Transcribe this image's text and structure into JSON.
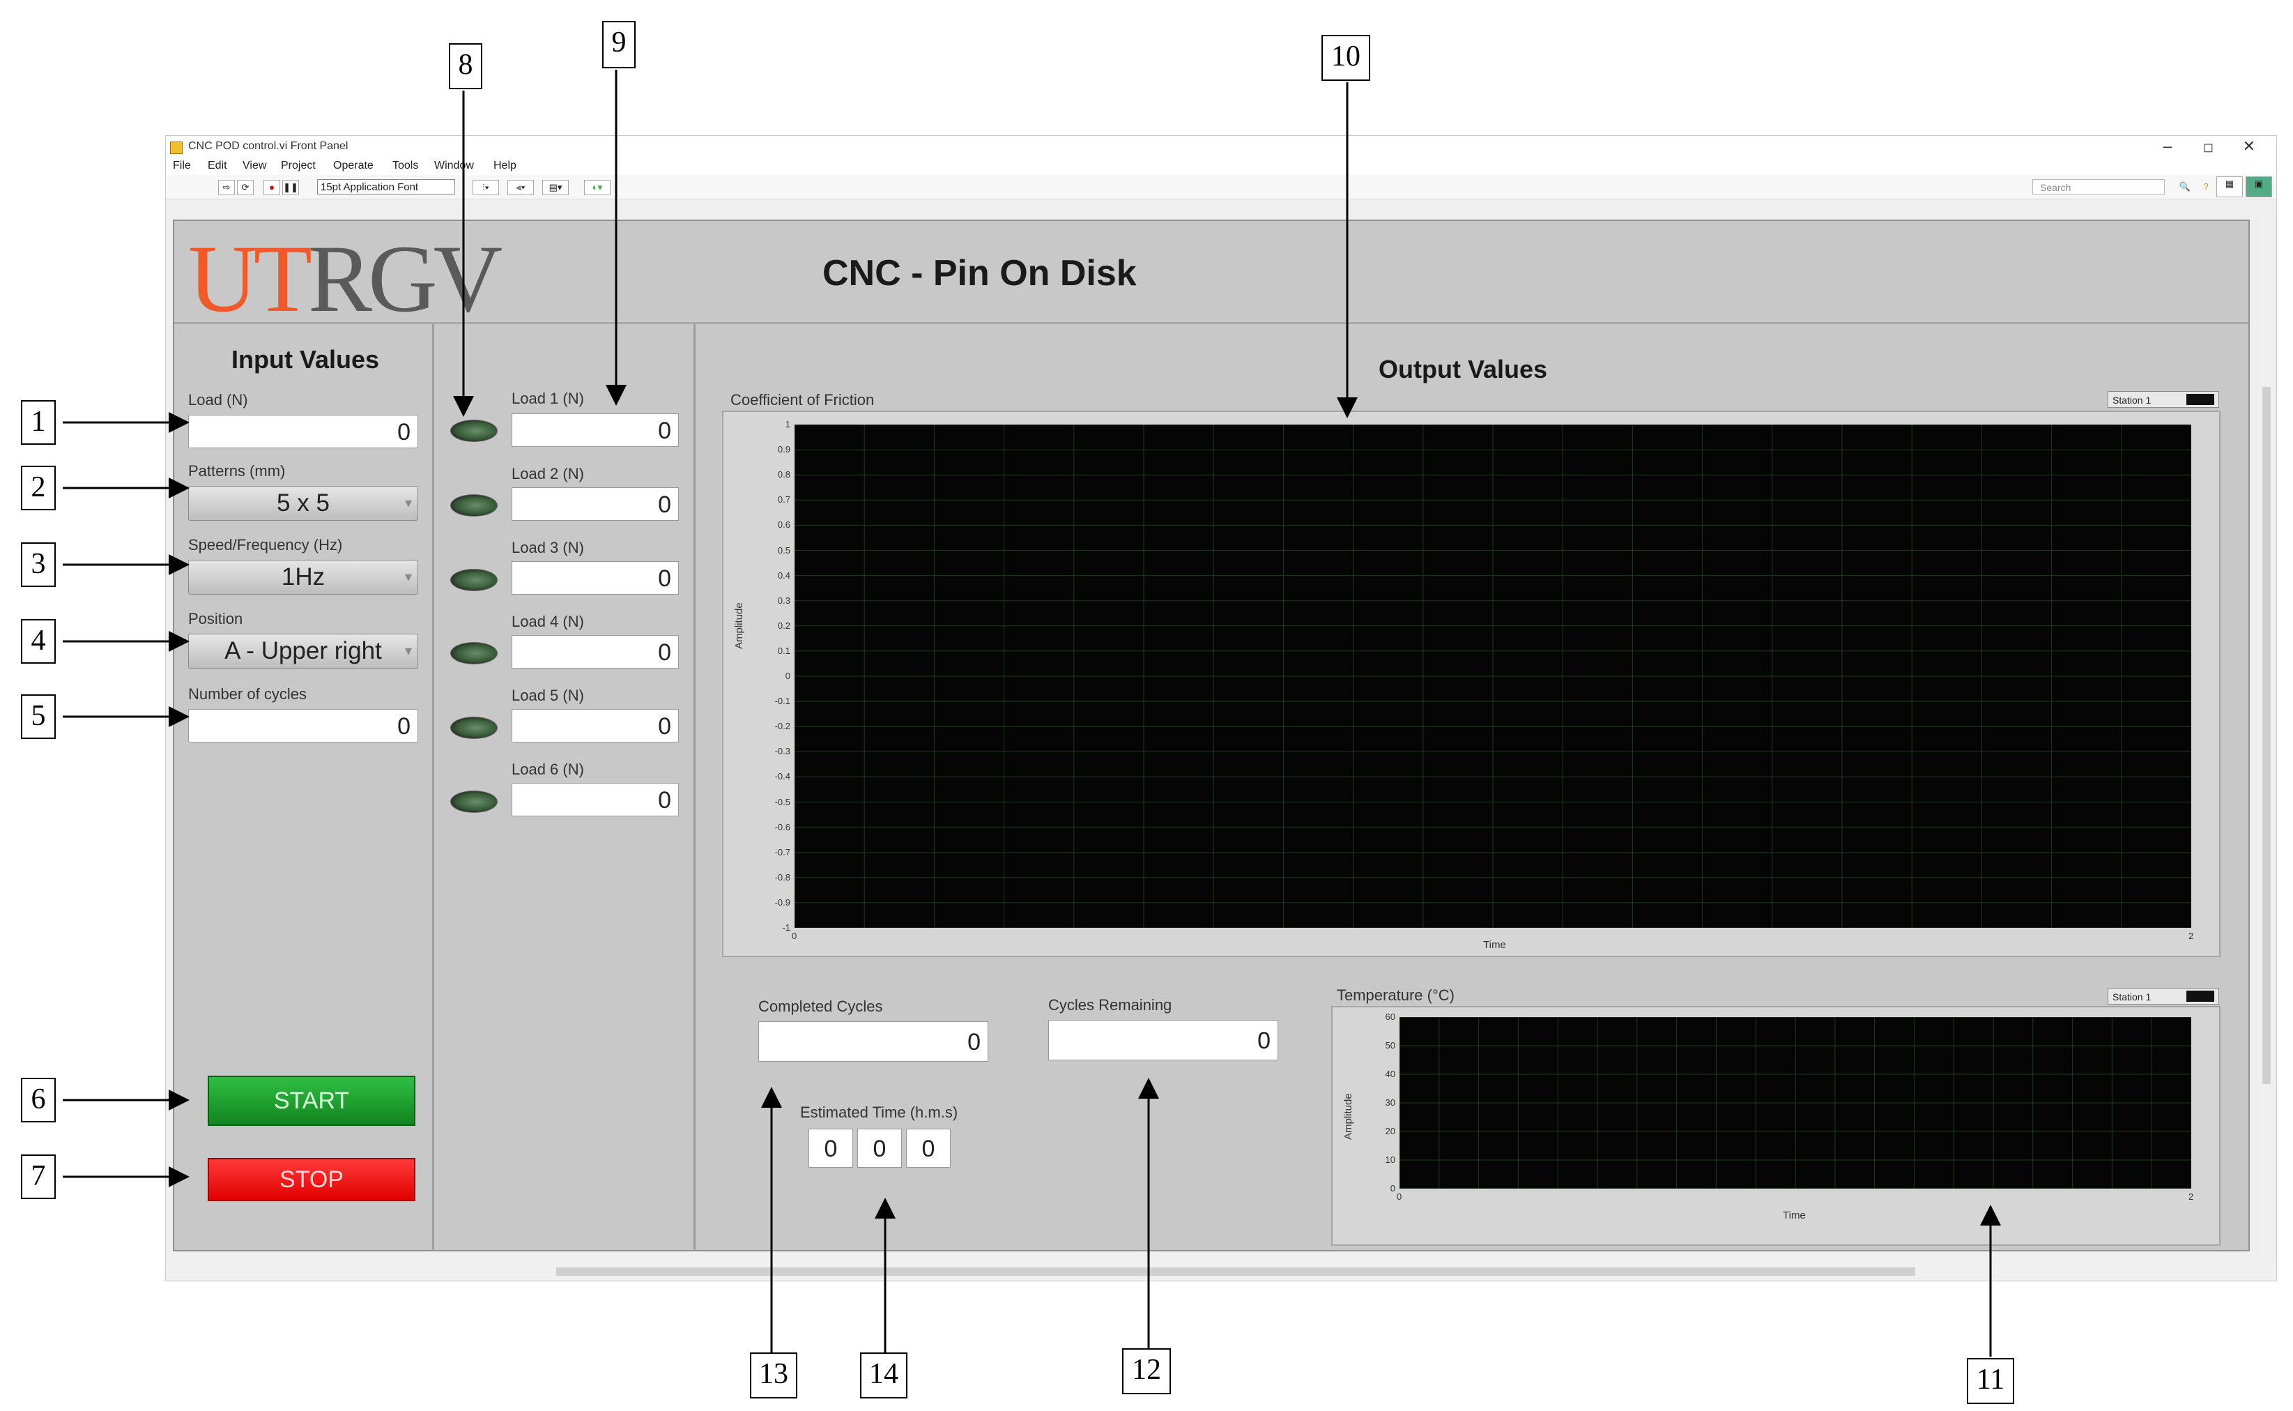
{
  "window": {
    "title": "CNC POD control.vi Front Panel",
    "min": "–",
    "max": "◻",
    "close": "✕",
    "menu": [
      "File",
      "Edit",
      "View",
      "Project",
      "Operate",
      "Tools",
      "Window",
      "Help"
    ],
    "font_selector": "15pt Application Font",
    "search_placeholder": "Search"
  },
  "header": {
    "logo_ut": "UT",
    "logo_rgv": "RGV",
    "title": "CNC - Pin On Disk"
  },
  "inputs": {
    "title": "Input Values",
    "load_label": "Load (N)",
    "load_value": "0",
    "patterns_label": "Patterns (mm)",
    "patterns_value": "5 x 5",
    "speed_label": "Speed/Frequency (Hz)",
    "speed_value": "1Hz",
    "position_label": "Position",
    "position_value": "A - Upper right",
    "cycles_label": "Number of cycles",
    "cycles_value": "0",
    "start": "START",
    "stop": "STOP"
  },
  "loads": [
    {
      "label": "Load 1 (N)",
      "value": "0"
    },
    {
      "label": "Load 2 (N)",
      "value": "0"
    },
    {
      "label": "Load 3 (N)",
      "value": "0"
    },
    {
      "label": "Load 4 (N)",
      "value": "0"
    },
    {
      "label": "Load 5 (N)",
      "value": "0"
    },
    {
      "label": "Load 6 (N)",
      "value": "0"
    }
  ],
  "outputs": {
    "title": "Output Values",
    "completed_label": "Completed Cycles",
    "completed_value": "0",
    "remaining_label": "Cycles Remaining",
    "remaining_value": "0",
    "estimated_label": "Estimated Time (h.m.s)",
    "est_h": "0",
    "est_m": "0",
    "est_s": "0"
  },
  "chart_data": [
    {
      "type": "line",
      "title": "Coefficient of Friction",
      "xlabel": "Time",
      "ylabel": "Amplitude",
      "xlim": [
        0,
        2
      ],
      "ylim": [
        -1,
        1
      ],
      "x_ticks": [
        "0",
        "2"
      ],
      "y_ticks": [
        "1",
        "0.9",
        "0.8",
        "0.7",
        "0.6",
        "0.5",
        "0.4",
        "0.3",
        "0.2",
        "0.1",
        "0",
        "-0.1",
        "-0.2",
        "-0.3",
        "-0.4",
        "-0.5",
        "-0.6",
        "-0.7",
        "-0.8",
        "-0.9",
        "-1"
      ],
      "series": [
        {
          "name": "Station 1",
          "values": []
        }
      ],
      "grid": true,
      "legend": "top-right"
    },
    {
      "type": "line",
      "title": "Temperature (°C)",
      "xlabel": "Time",
      "ylabel": "Amplitude",
      "xlim": [
        0,
        2
      ],
      "ylim": [
        0,
        60
      ],
      "x_ticks": [
        "0",
        "2"
      ],
      "y_ticks": [
        "60",
        "50",
        "40",
        "30",
        "20",
        "10",
        "0"
      ],
      "series": [
        {
          "name": "Station 1",
          "values": []
        }
      ],
      "grid": true,
      "legend": "top-right"
    }
  ],
  "callouts": [
    "1",
    "2",
    "3",
    "4",
    "5",
    "6",
    "7",
    "8",
    "9",
    "10",
    "11",
    "12",
    "13",
    "14"
  ],
  "colors": {
    "logo_orange": "#f05a28",
    "start_green": "#1fa332",
    "stop_red": "#ff1a1a",
    "plot_bg": "#050505",
    "grid": "#1f3a1f"
  }
}
